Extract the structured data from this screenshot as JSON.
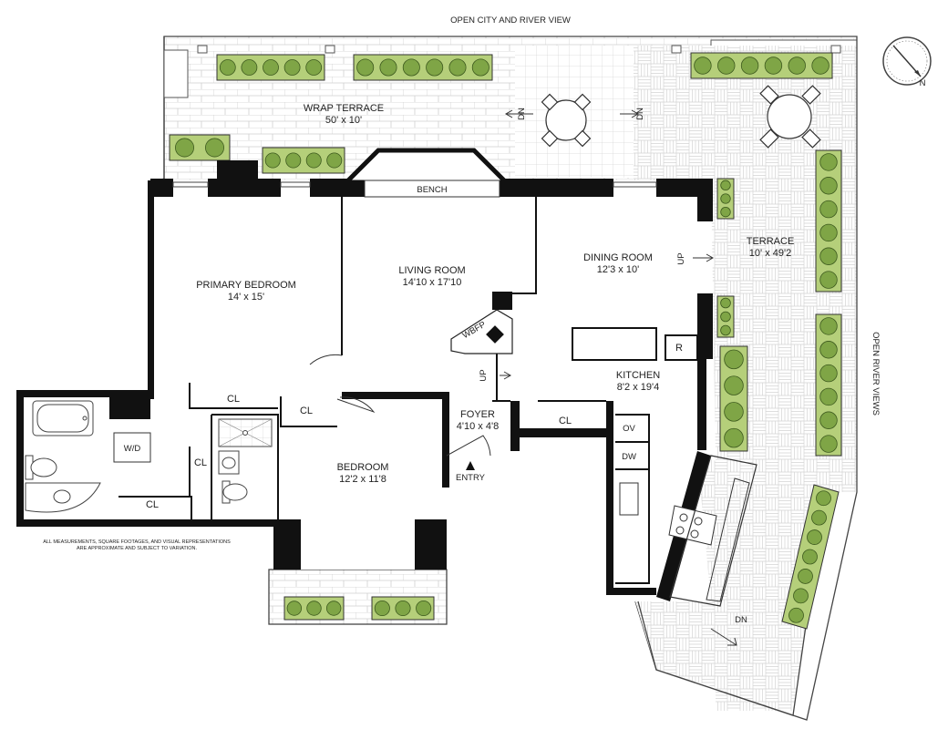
{
  "views": {
    "top": "OPEN CITY AND RIVER VIEW",
    "right": "OPEN RIVER VIEWS"
  },
  "compass_letter": "N",
  "rooms": {
    "wrap_terrace": {
      "name": "WRAP TERRACE",
      "dims": "50' x 10'"
    },
    "terrace": {
      "name": "TERRACE",
      "dims": "10' x 49'2"
    },
    "primary_bedroom": {
      "name": "PRIMARY BEDROOM",
      "dims": "14' x 15'"
    },
    "living_room": {
      "name": "LIVING ROOM",
      "dims": "14'10 x 17'10"
    },
    "dining_room": {
      "name": "DINING ROOM",
      "dims": "12'3 x 10'"
    },
    "kitchen": {
      "name": "KITCHEN",
      "dims": "8'2 x 19'4"
    },
    "foyer": {
      "name": "FOYER",
      "dims": "4'10 x 4'8"
    },
    "bedroom": {
      "name": "BEDROOM",
      "dims": "12'2 x 11'8"
    }
  },
  "labels": {
    "bench": "BENCH",
    "wbfp": "WBFP",
    "entry": "ENTRY",
    "up": "UP",
    "dn": "DN",
    "cl": "CL",
    "wd": "W/D",
    "ov": "OV",
    "dw": "DW",
    "r": "R"
  },
  "disclaimer": {
    "line1": "ALL MEASUREMENTS, SQUARE FOOTAGES, AND VISUAL REPRESENTATIONS",
    "line2": "ARE APPROXIMATE AND SUBJECT TO VARIATION."
  },
  "colors": {
    "wall": "#111111",
    "planter": "#b5cf7a",
    "plant": "#7fa546",
    "paving": "#c8c8c8"
  }
}
